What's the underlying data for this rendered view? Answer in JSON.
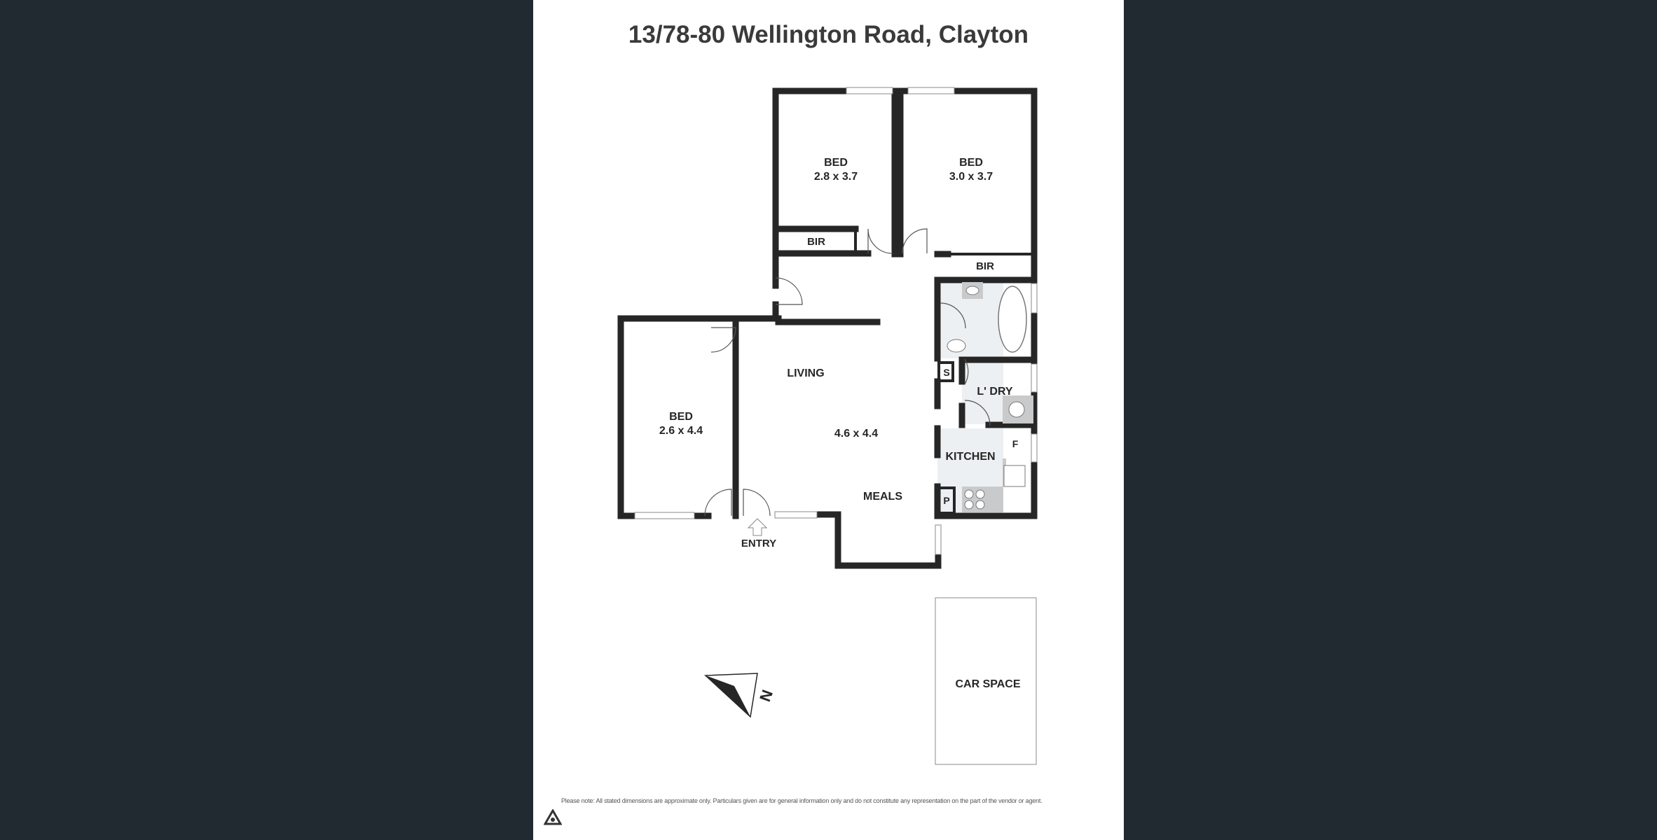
{
  "title": "13/78-80 Wellington Road, Clayton",
  "rooms": {
    "bed1": {
      "name": "BED",
      "size": "2.8 x 3.7"
    },
    "bed2": {
      "name": "BED",
      "size": "3.0 x 3.7"
    },
    "bed3": {
      "name": "BED",
      "size": "2.6 x 4.4"
    },
    "bir1": "BIR",
    "bir2": "BIR",
    "living": "LIVING",
    "living_size": "4.6 x 4.4",
    "meals": "MEALS",
    "kitchen": "KITCHEN",
    "laundry": "L' DRY",
    "store": "S",
    "pantry": "P",
    "fridge": "F",
    "entry": "ENTRY",
    "car_space": "CAR SPACE"
  },
  "compass": "N",
  "disclaimer": "Please note: All stated dimensions are approximate only. Particulars given are for general information only and do not constitute any representation on the part of the vendor or agent.",
  "colors": {
    "wall": "#262626",
    "wet_area": "#edf0f2",
    "fixture": "#c9cacb",
    "background": "#222a31"
  }
}
